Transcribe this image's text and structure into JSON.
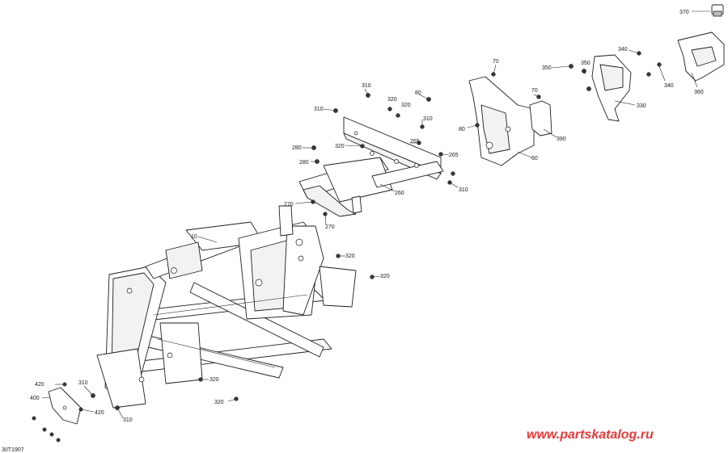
{
  "diagram": {
    "drawing_code": "30T1907",
    "watermark": "www.partskatalog.ru",
    "watermark_color": "#e83a3a",
    "callouts": [
      "370",
      "340",
      "350",
      "350",
      "340",
      "330",
      "360",
      "70",
      "70",
      "80",
      "80",
      "390",
      "60",
      "310",
      "310",
      "320",
      "320",
      "310",
      "280",
      "320",
      "265",
      "265",
      "280",
      "260",
      "310",
      "270",
      "270",
      "10",
      "320",
      "320",
      "420",
      "310",
      "400",
      "420",
      "310",
      "320",
      "320"
    ]
  }
}
